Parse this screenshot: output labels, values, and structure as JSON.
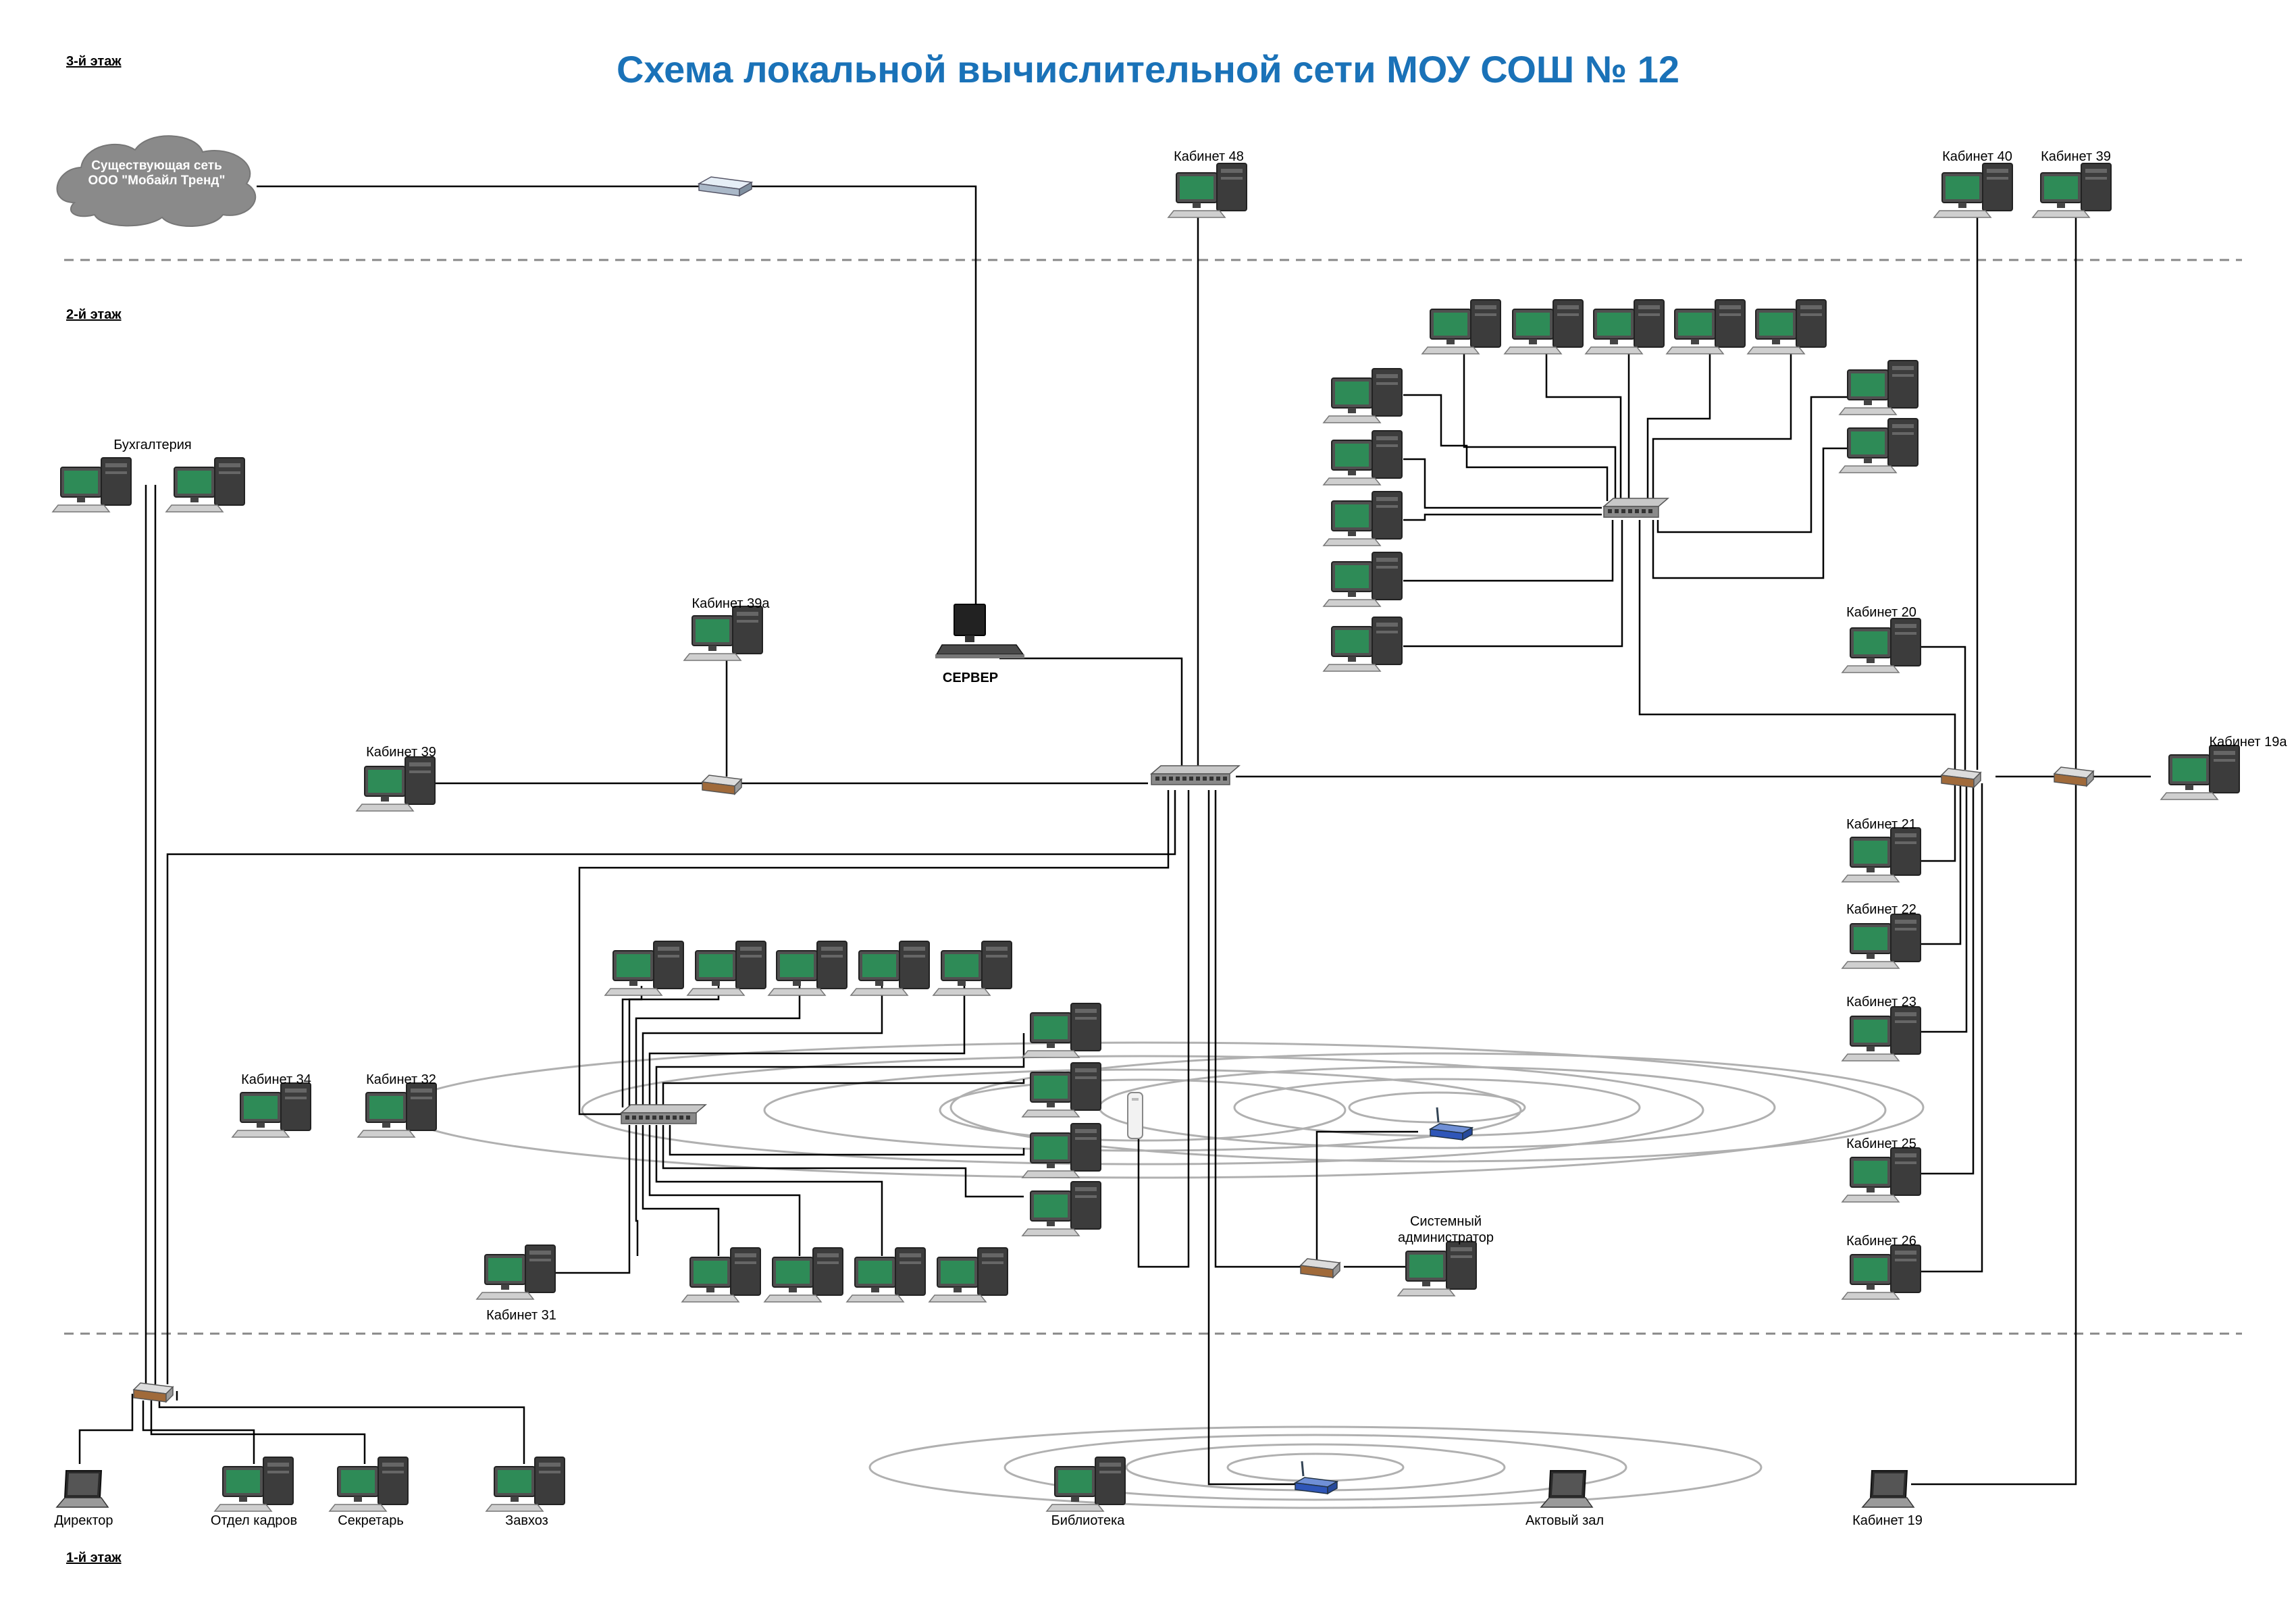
{
  "title": "Схема локальной вычислительной сети МОУ СОШ № 12",
  "colors": {
    "title": "#1a72b8",
    "line": "#000000",
    "divider": "#888888",
    "screen": "#2e8b57",
    "cloud": "#8a8a8a"
  },
  "floors": {
    "third": "3-й этаж",
    "second": "2-й этаж",
    "first": "1-й этаж"
  },
  "cloud": {
    "line1": "Существующая сеть",
    "line2": "ООО  \"Мобайл Тренд\""
  },
  "labels": {
    "k48": "Кабинет 48",
    "k40": "Кабинет 40",
    "k39_top": "Кабинет 39",
    "buh": "Бухгалтерия",
    "k39a": "Кабинет 39а",
    "server": "СЕРВЕР",
    "k39": "Кабинет 39",
    "k20": "Кабинет 20",
    "k19a": "Кабинет 19а",
    "k21": "Кабинет 21",
    "k22": "Кабинет 22",
    "k23": "Кабинет 23",
    "k25": "Кабинет 25",
    "k26": "Кабинет 26",
    "k34": "Кабинет 34",
    "k32": "Кабинет 32",
    "admin1": "Системный",
    "admin2": "администратор",
    "k31": "Кабинет 31",
    "director": "Директор",
    "kadry": "Отдел кадров",
    "secretary": "Секретарь",
    "zavhoz": "Завхоз",
    "library": "Библиотека",
    "hall": "Актовый зал",
    "k19": "Кабинет 19"
  }
}
